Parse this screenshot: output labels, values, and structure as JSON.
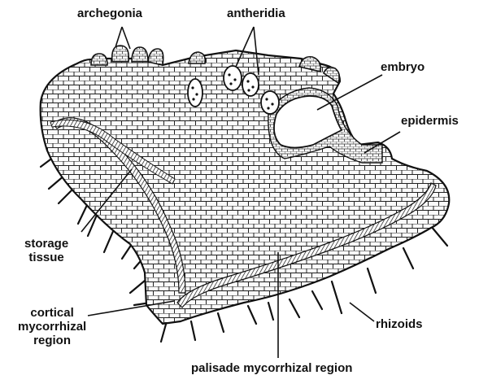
{
  "diagram": {
    "labels": {
      "archegonia": "archegonia",
      "antheridia": "antheridia",
      "embryo": "embryo",
      "epidermis": "epidermis",
      "storage_tissue": [
        "storage",
        "tissue"
      ],
      "cortical_mycorrhizal_region": [
        "cortical",
        "mycorrhizal",
        "region"
      ],
      "rhizoids": "rhizoids",
      "palisade_mycorrhizal_region": "palisade mycorrhizal region"
    },
    "colors": {
      "ink": "#111111",
      "background": "#ffffff",
      "cell_fill": "#fafafa",
      "embryo_fill": "#ffffff"
    }
  }
}
